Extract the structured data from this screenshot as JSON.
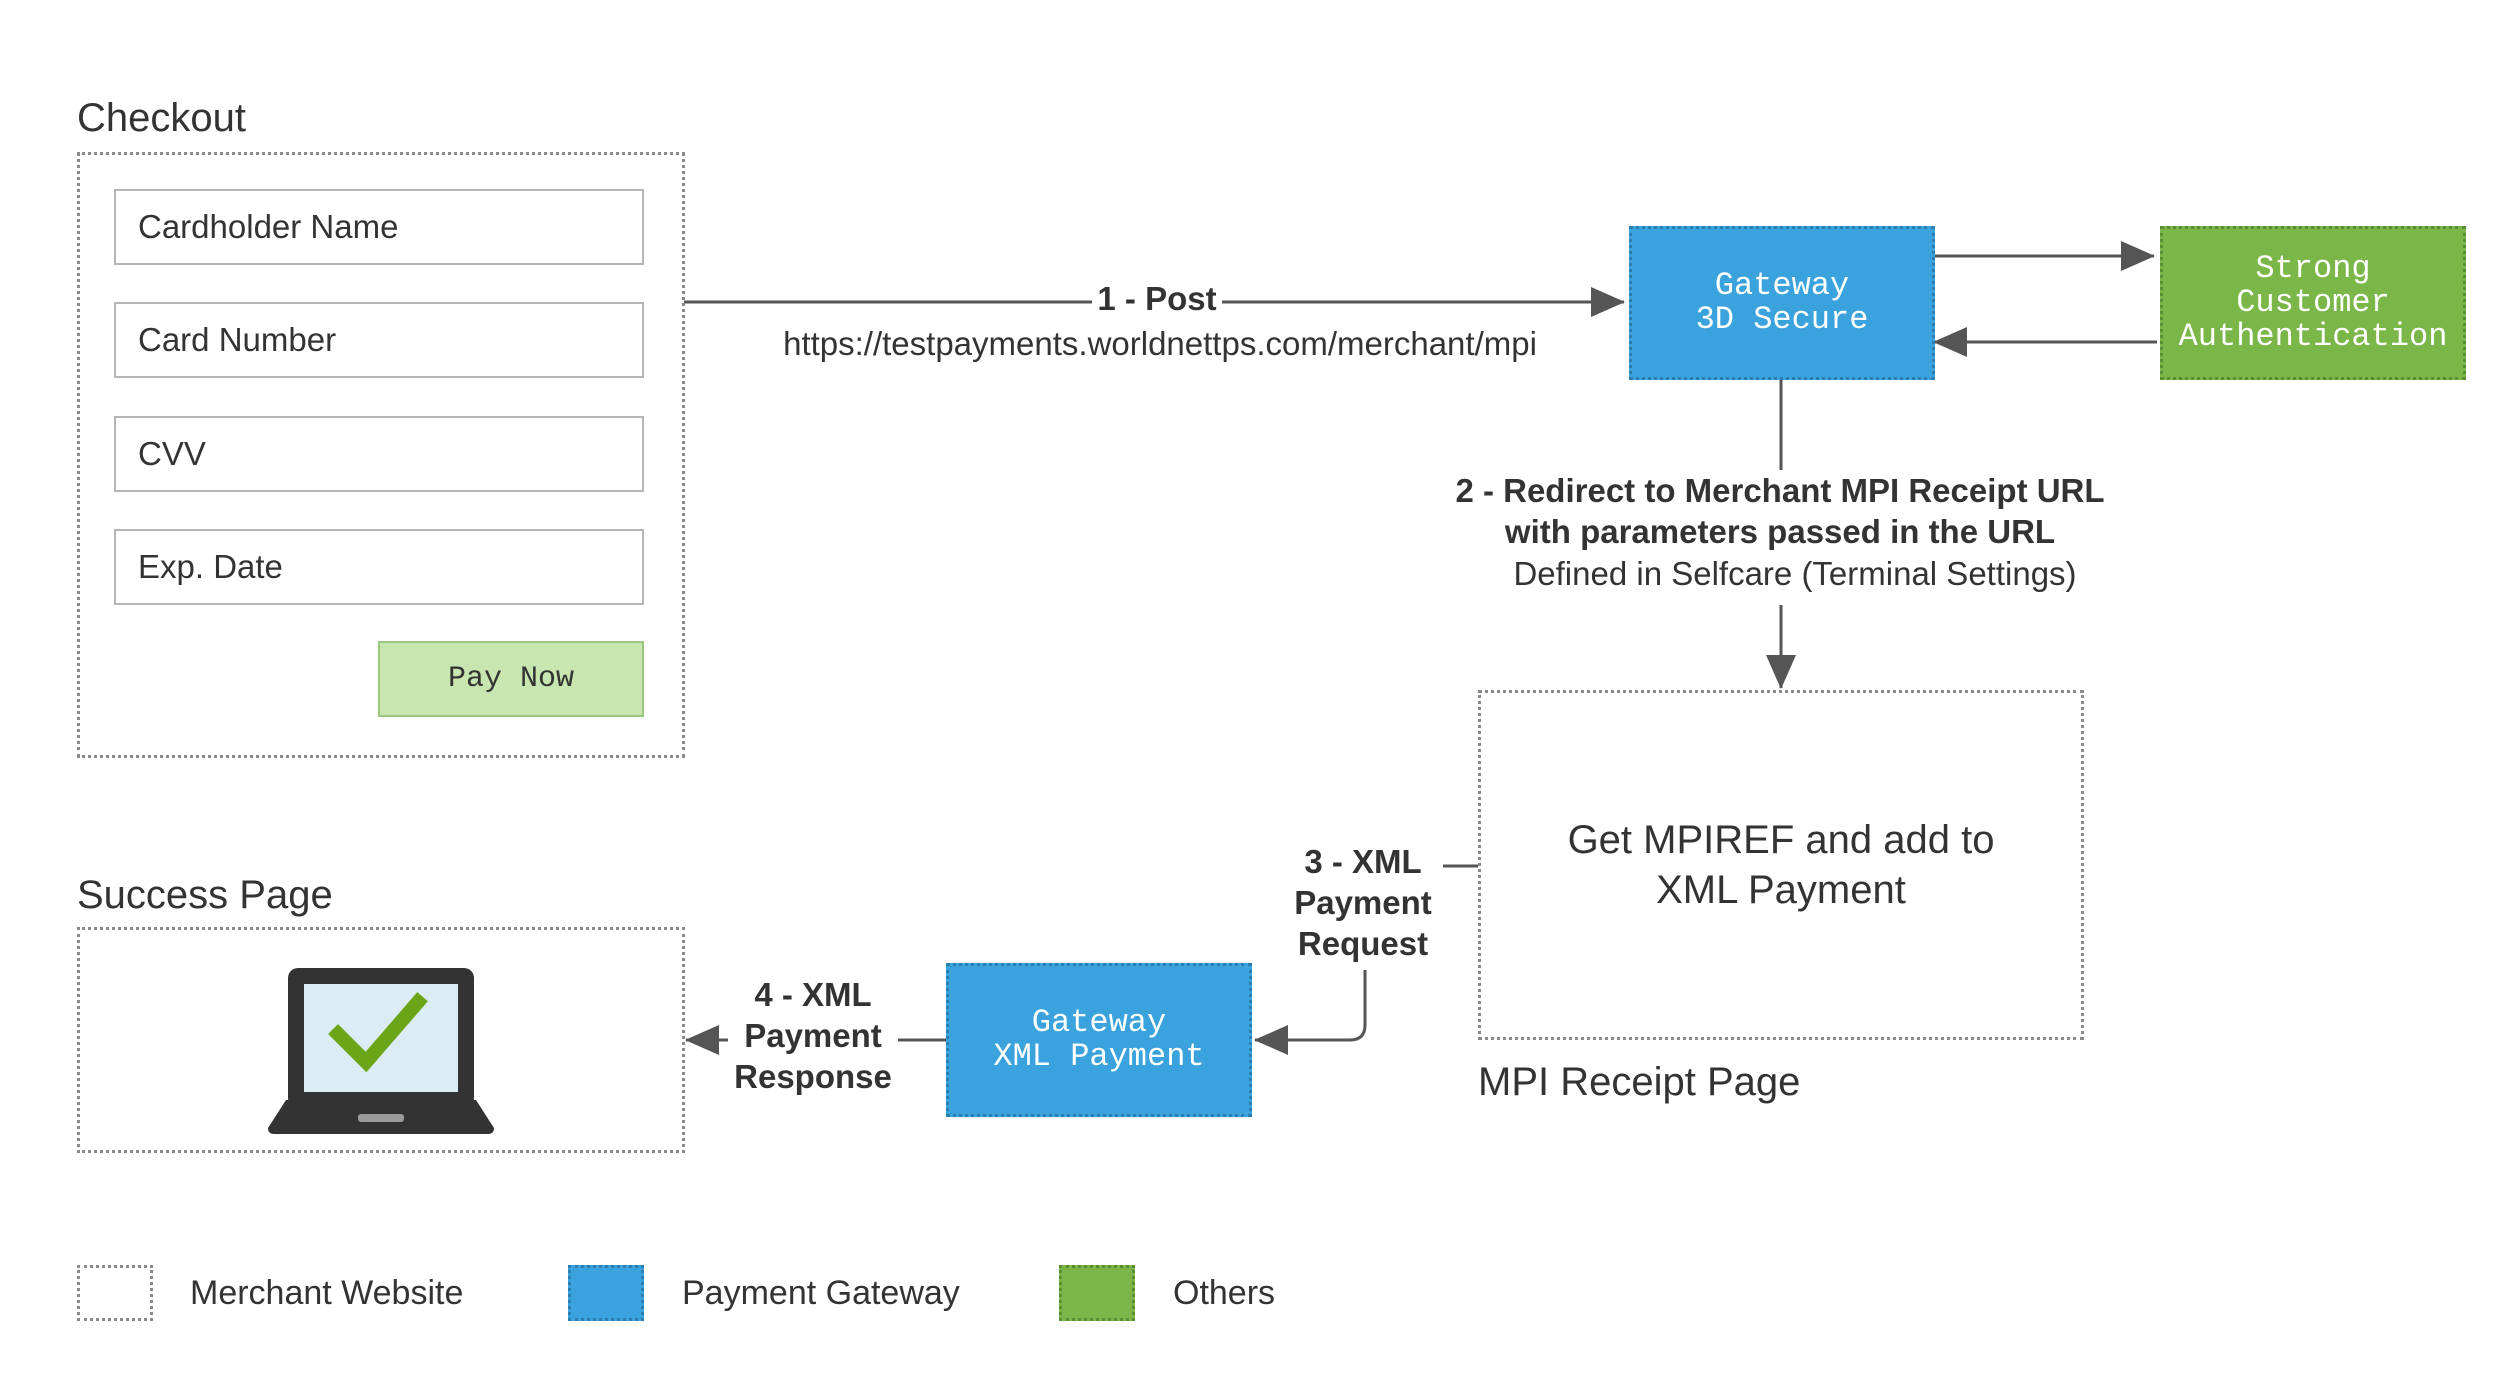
{
  "checkout": {
    "title": "Checkout",
    "fields": [
      "Cardholder Name",
      "Card Number",
      "CVV",
      "Exp. Date"
    ],
    "pay_button": "Pay Now"
  },
  "success": {
    "title": "Success Page",
    "icon": "laptop-checkmark-icon"
  },
  "nodes": {
    "gateway_3ds": "Gateway\n3D Secure",
    "sca": "Strong\nCustomer\nAuthentication",
    "mpi_receipt_body": "Get MPIREF and add to\nXML Payment",
    "mpi_receipt_title": "MPI Receipt Page",
    "gateway_xml": "Gateway\nXML Payment"
  },
  "edges": {
    "step1": "1 - Post",
    "step1_url": "https://testpayments.worldnettps.com/merchant/mpi",
    "step2": "2 - Redirect to Merchant MPI Receipt URL\nwith parameters passed in the URL",
    "step2_note": "Defined in Selfcare (Terminal Settings)",
    "step3": "3 - XML\nPayment\nRequest",
    "step4": "4 - XML\nPayment\nResponse"
  },
  "legend": [
    {
      "label": "Merchant Website",
      "color": "#ffffff"
    },
    {
      "label": "Payment Gateway",
      "color": "#3aa3dd"
    },
    {
      "label": "Others",
      "color": "#7ab648"
    }
  ]
}
